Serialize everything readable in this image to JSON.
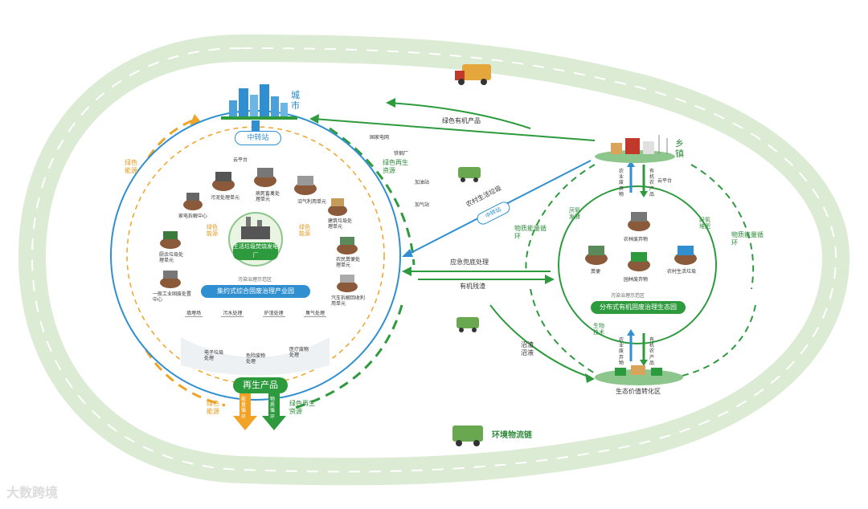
{
  "city": {
    "label": "城市",
    "transfer": "中转站",
    "cloud": "云平台"
  },
  "town": {
    "label": "乡镇",
    "cloud": "云平台",
    "input": "农业废弃物",
    "output": "有机农产品"
  },
  "ring": {
    "title": "环境物流链"
  },
  "central_hub": {
    "label": "生活垃圾焚烧发电厂",
    "energy_left": "绿色能源",
    "energy_right": "绿色能源"
  },
  "city_units": {
    "sludge": "污泥处理单元",
    "animal": "病死畜禽处理单元",
    "biogas": "沼气利用单元",
    "appliance": "家电拆解中心",
    "construction": "建筑垃圾处理单元",
    "kitchen": "厨余垃圾处理单元",
    "manure": "农民粪便处理单元",
    "industrial": "一般工业固废处置中心",
    "vehicle": "汽车拆解回收利用单元"
  },
  "park": {
    "zone": "污染治理示范区",
    "name": "集约式综合固废治理产业园",
    "processes": [
      "填埋场",
      "污水处理",
      "炉渣处理",
      "臭气处理"
    ],
    "bottom_units": [
      "电子垃圾处理",
      "危险废物处理",
      "医疗废物处理"
    ],
    "product": "再生产品",
    "arrow_left": "能量循环",
    "arrow_right": "物质循环"
  },
  "left_side": {
    "top": "绿色能源",
    "bottom": "绿色能源"
  },
  "right_of_city": {
    "resource_top": "绿色再生资源",
    "resource_bottom": "绿色再生资源"
  },
  "facilities": {
    "grid": "国家电网",
    "steel": "铁钢厂",
    "gas_station": "加油站",
    "gas_station2": "加气站"
  },
  "flows": {
    "green_products": "绿色有机产品",
    "rural_waste": "农村生活垃圾",
    "rural_transfer": "中转站",
    "emergency": "应急兜底处理",
    "organic_slag": "有机残渣",
    "biogas_slurry": "沼渣沼液"
  },
  "town_park": {
    "zone": "污染治理示范区",
    "name": "分布式有机固废治理生态园",
    "units": {
      "farm_waste": "农林废弃物",
      "manure": "粪便",
      "garden": "园林废弃物",
      "rural": "农村生活垃圾"
    },
    "anaerobic": "厌氧发酵",
    "aerobic": "好氧堆肥",
    "bio_tech": "生物技术",
    "cycle_left": "物质能量循环",
    "cycle_right": "物质能量循环",
    "eco_zone": "生态价值转化区",
    "eco_in": "农业废弃物",
    "eco_out": "有机农产品"
  },
  "watermark": "大数跨境",
  "colors": {
    "track": "#dcebd3",
    "green": "#2e9a3e",
    "blue": "#2f8fd0",
    "orange": "#f0a326"
  }
}
